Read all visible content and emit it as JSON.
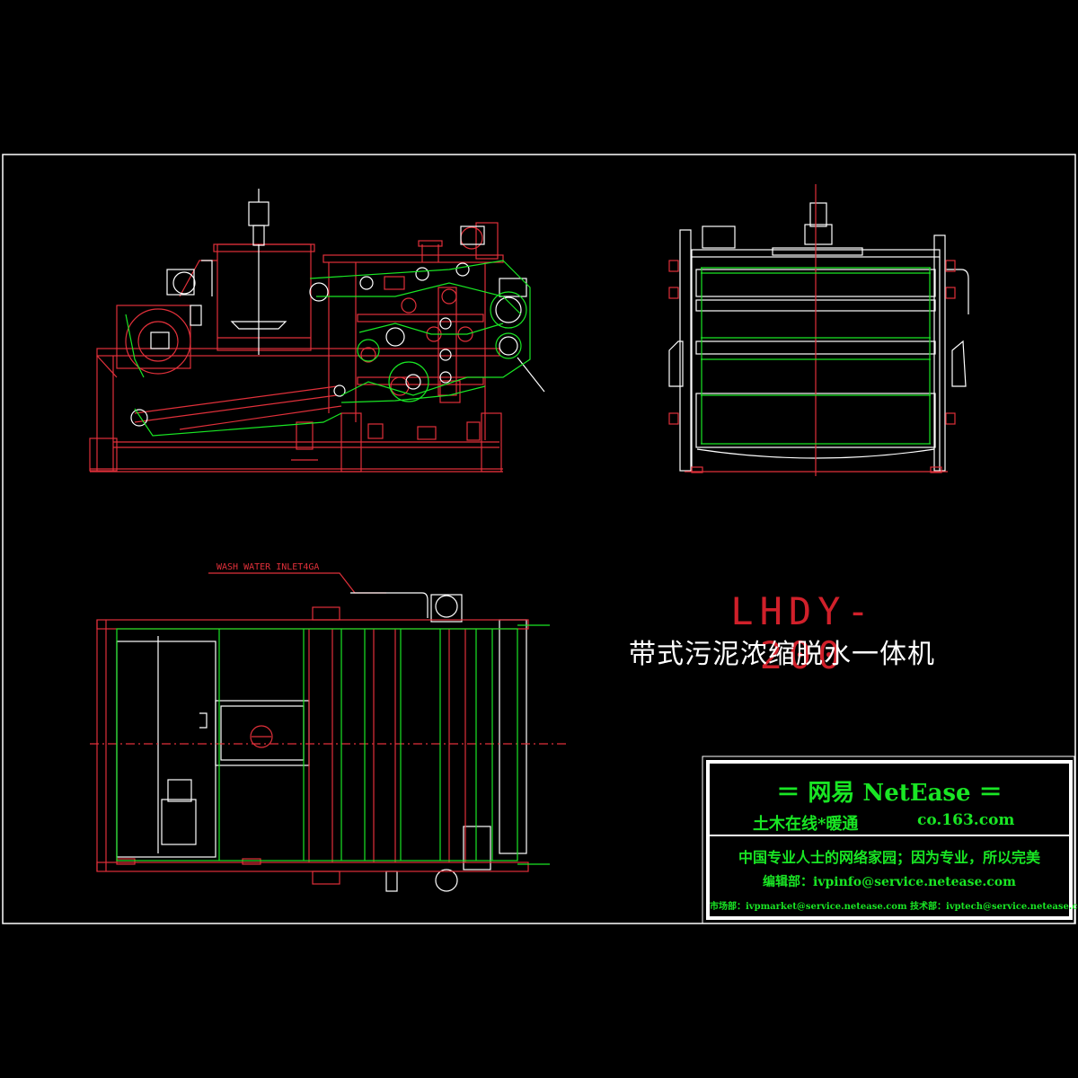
{
  "drawing": {
    "model_code": "LHDY-200",
    "title_cn": "带式污泥浓缩脱水一体机",
    "callout_text": "WASH WATER INLET4GA"
  },
  "title_block": {
    "line1": "＝ 网易 NetEase ＝",
    "line2_left": "土木在线*暖通",
    "line2_right": "co.163.com",
    "line3": "中国专业人士的网络家园；因为专业，所以完美",
    "line4": "编辑部：ivpinfo@service.netease.com",
    "line5": "市场部：ivpmarket@service.netease.com  技术部：ivptech@service.netease.com"
  },
  "colors": {
    "background": "#000000",
    "line_red": "#e0303a",
    "line_green": "#19e624",
    "line_white": "#ffffff"
  }
}
